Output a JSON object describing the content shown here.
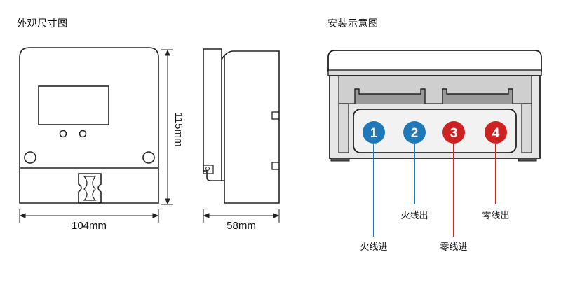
{
  "titles": {
    "dimensions": "外观尺寸图",
    "installation": "安装示意图"
  },
  "dimensions": {
    "width": "104mm",
    "height": "115mm",
    "depth": "58mm"
  },
  "terminals": [
    {
      "number": "1",
      "label": "火线进",
      "color": "#1f78b8"
    },
    {
      "number": "2",
      "label": "火线出",
      "color": "#1f78b8"
    },
    {
      "number": "3",
      "label": "零线进",
      "color": "#cc2222"
    },
    {
      "number": "4",
      "label": "零线出",
      "color": "#cc2222"
    }
  ]
}
